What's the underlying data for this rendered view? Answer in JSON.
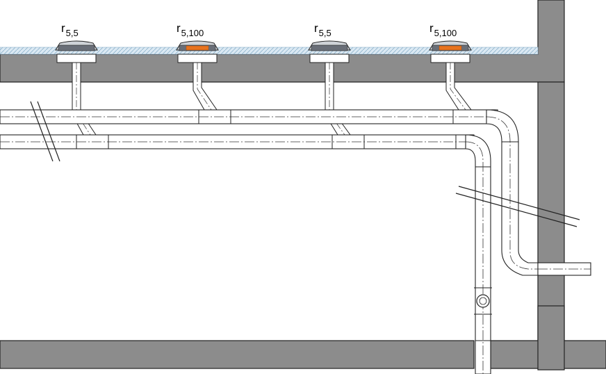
{
  "drains": [
    {
      "symbol": "r",
      "sub": "5,5"
    },
    {
      "symbol": "r",
      "sub": "5,100"
    },
    {
      "symbol": "r",
      "sub": "5,5"
    },
    {
      "symbol": "r",
      "sub": "5,100"
    }
  ],
  "colors": {
    "concrete": "#8c8c8c",
    "membrane": "#cfe3f0",
    "heating": "#e8731f",
    "grate": "#6a6f78",
    "outline": "#222222"
  }
}
